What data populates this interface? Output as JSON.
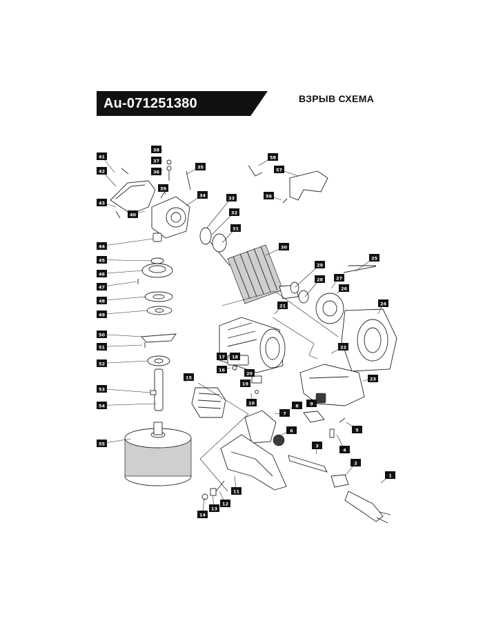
{
  "header": {
    "model": "Au-071251380",
    "title": "ВЗРЫВ СХЕМА",
    "banner_color": "#111111"
  },
  "callouts": [
    "1",
    "2",
    "3",
    "4",
    "5",
    "6",
    "7",
    "8",
    "9",
    "10",
    "11",
    "12",
    "13",
    "14",
    "15",
    "16",
    "17",
    "18",
    "19",
    "20",
    "21",
    "22",
    "23",
    "24",
    "25",
    "26",
    "27",
    "28",
    "29",
    "30",
    "31",
    "32",
    "33",
    "34",
    "35",
    "36",
    "37",
    "38",
    "39",
    "40",
    "41",
    "42",
    "43",
    "44",
    "45",
    "46",
    "47",
    "48",
    "49",
    "50",
    "51",
    "52",
    "53",
    "54",
    "55",
    "56",
    "57",
    "58"
  ]
}
